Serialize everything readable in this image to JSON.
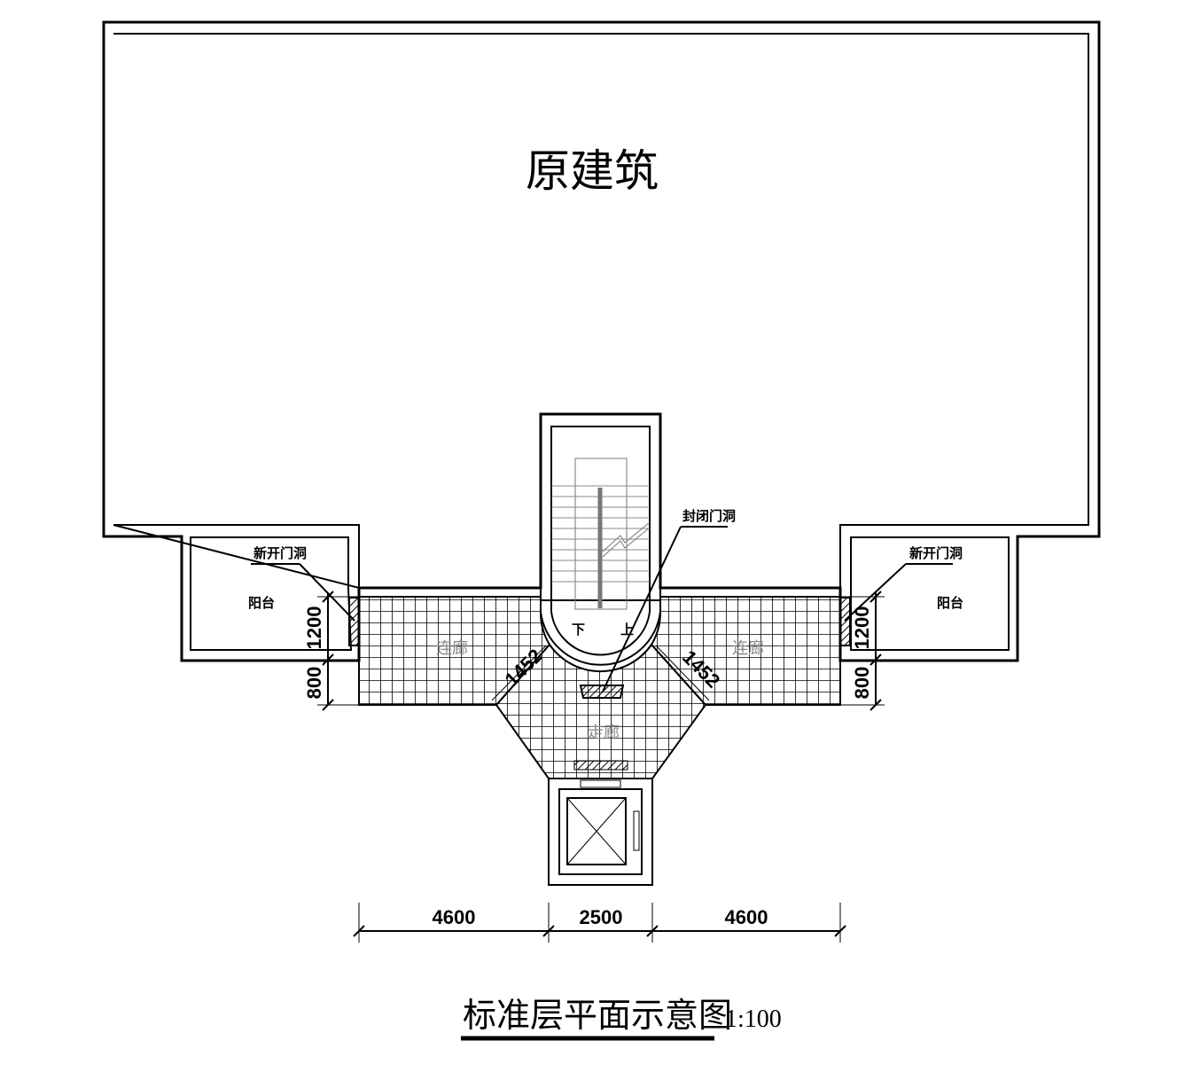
{
  "drawing": {
    "original_building_label": "原建筑",
    "title": "标准层平面示意图",
    "scale": "1:100",
    "labels": {
      "new_door_left": "新开门洞",
      "new_door_right": "新开门洞",
      "balcony_left": "阳台",
      "balcony_right": "阳台",
      "sealed_door": "封闭门洞",
      "corridor_left": "连廊",
      "corridor_right": "连廊",
      "hall": "走廊",
      "stair_down": "下",
      "stair_up": "上"
    },
    "dimensions": {
      "bottom": [
        "4600",
        "2500",
        "4600"
      ],
      "left_top": "1200",
      "left_bottom": "800",
      "right_top": "1200",
      "right_bottom": "800",
      "diag_left": "1452",
      "diag_right": "1452"
    }
  },
  "colors": {
    "line": "#000000",
    "hatch": "#000000",
    "background": "#ffffff"
  }
}
